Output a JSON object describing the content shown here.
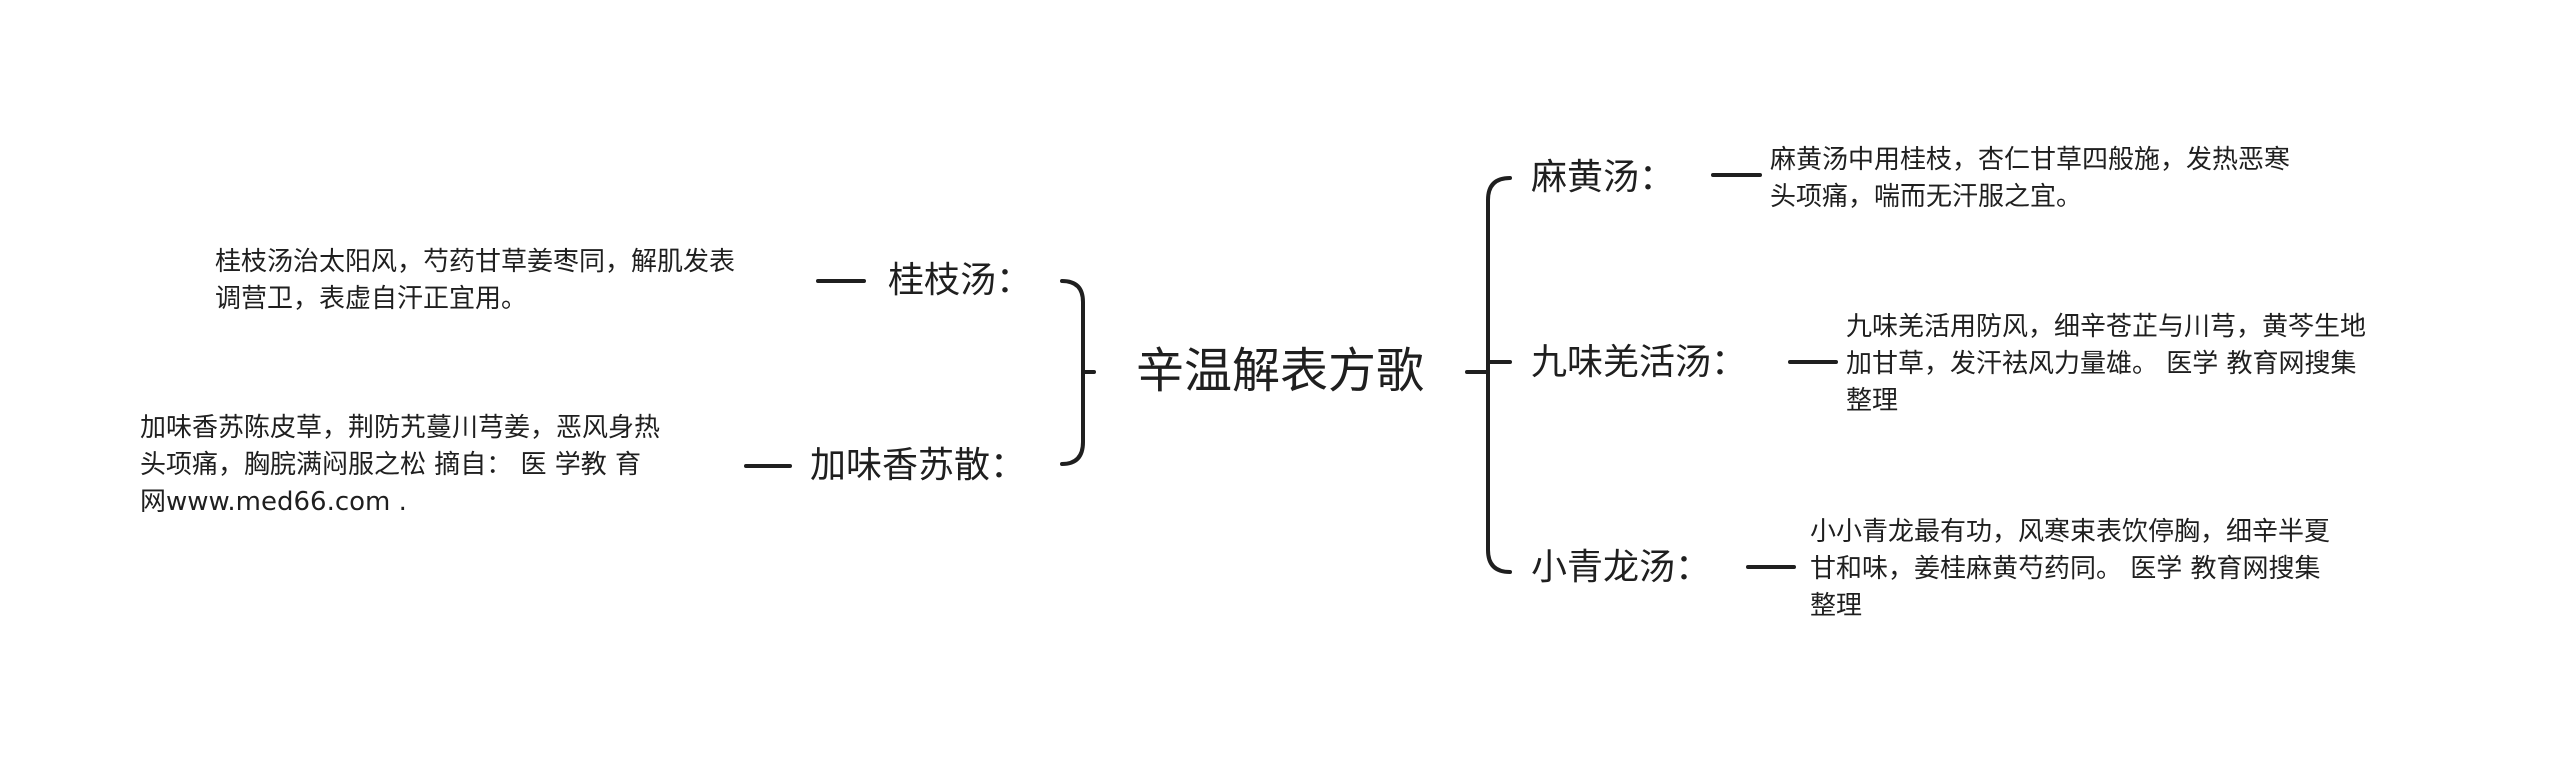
{
  "root": {
    "title": "辛温解表方歌"
  },
  "left": [
    {
      "label": "桂枝汤：",
      "text": [
        "桂枝汤治太阳风，芍药甘草姜枣同，解肌发表",
        "调营卫，表虚自汗正宜用。"
      ]
    },
    {
      "label": "加味香苏散：",
      "text": [
        "加味香苏陈皮草，荆防艽蔓川芎姜，恶风身热",
        "头项痛，胸脘满闷服之松 摘自： 医 学教 育",
        "网www.med66.com ."
      ]
    }
  ],
  "right": [
    {
      "label": "麻黄汤：",
      "text": [
        "麻黄汤中用桂枝，杏仁甘草四般施，发热恶寒",
        "头项痛，喘而无汗服之宜。"
      ]
    },
    {
      "label": "九味羌活汤：",
      "text": [
        "九味羌活用防风，细辛苍芷与川芎，黄芩生地",
        "加甘草，发汗祛风力量雄。 医学 教育网搜集",
        "整理"
      ]
    },
    {
      "label": "小青龙汤：",
      "text": [
        "小小青龙最有功，风寒束表饮停胸，细辛半夏",
        "甘和味，姜桂麻黄芍药同。 医学 教育网搜集",
        "整理"
      ]
    }
  ]
}
